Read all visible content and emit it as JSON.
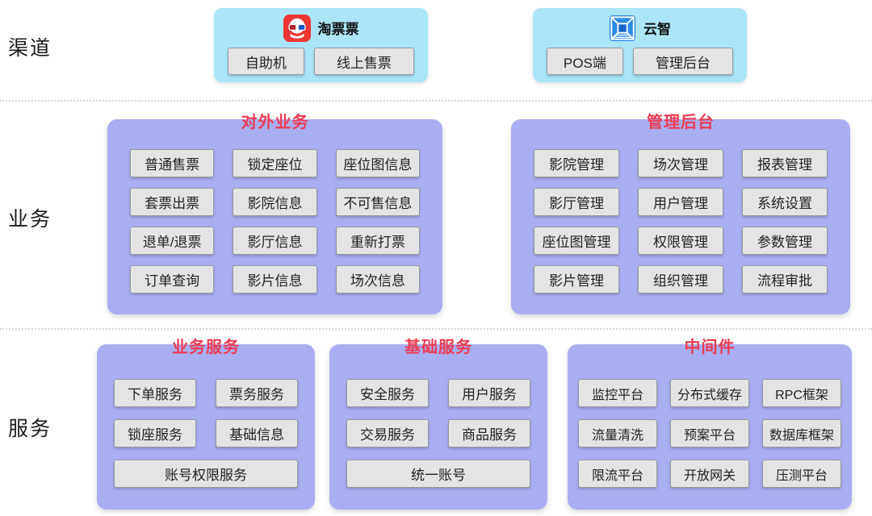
{
  "row_labels": {
    "channels": "渠道",
    "business": "业务",
    "services": "服务"
  },
  "channels": [
    {
      "name": "淘票票",
      "icon": "taopiaopiao-app-icon",
      "items": [
        "自助机",
        "线上售票"
      ]
    },
    {
      "name": "云智",
      "icon": "yunzhi-app-icon",
      "items": [
        "POS端",
        "管理后台"
      ]
    }
  ],
  "business_groups": [
    {
      "title": "对外业务",
      "items": [
        "普通售票",
        "锁定座位",
        "座位图信息",
        "套票出票",
        "影院信息",
        "不可售信息",
        "退单/退票",
        "影厅信息",
        "重新打票",
        "订单查询",
        "影片信息",
        "场次信息"
      ]
    },
    {
      "title": "管理后台",
      "items": [
        "影院管理",
        "场次管理",
        "报表管理",
        "影厅管理",
        "用户管理",
        "系统设置",
        "座位图管理",
        "权限管理",
        "参数管理",
        "影片管理",
        "组织管理",
        "流程审批"
      ]
    }
  ],
  "service_groups": [
    {
      "title": "业务服务",
      "items": [
        "下单服务",
        "票务服务",
        "锁座服务",
        "基础信息"
      ],
      "wide_item": "账号权限服务"
    },
    {
      "title": "基础服务",
      "items": [
        "安全服务",
        "用户服务",
        "交易服务",
        "商品服务"
      ],
      "wide_item": "统一账号"
    },
    {
      "title": "中间件",
      "items": [
        "监控平台",
        "分布式缓存",
        "RPC框架",
        "流量清洗",
        "预案平台",
        "数据库框架",
        "限流平台",
        "开放网关",
        "压测平台"
      ]
    }
  ],
  "colors": {
    "channel_bg": "#aae6f8",
    "group_bg": "#a9aef2",
    "node_bg": "#e4e4e4",
    "node_border": "#97979c",
    "title_red": "#ee3b52",
    "taopiaopiao_red": "#ef3535",
    "yunzhi_blue": "#2b8ce6"
  }
}
